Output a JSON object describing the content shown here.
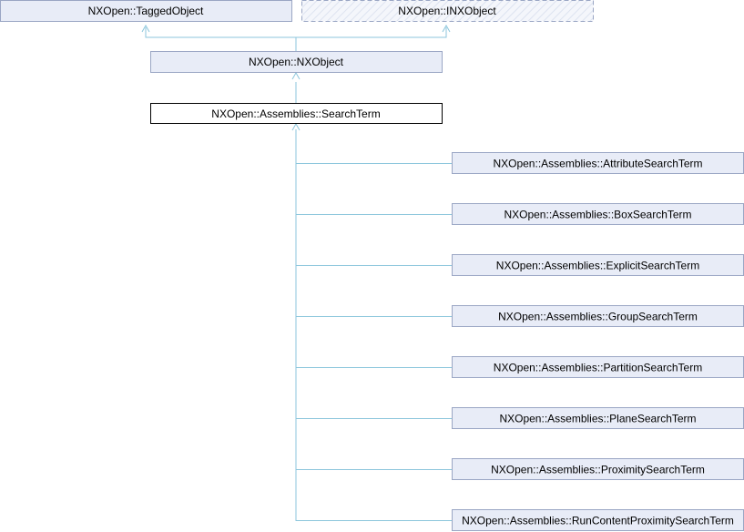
{
  "diagram": {
    "nodes": {
      "tagged_object": "NXOpen::TaggedObject",
      "inx_object": "NXOpen::INXObject",
      "nx_object": "NXOpen::NXObject",
      "search_term": "NXOpen::Assemblies::SearchTerm",
      "children": [
        "NXOpen::Assemblies::AttributeSearchTerm",
        "NXOpen::Assemblies::BoxSearchTerm",
        "NXOpen::Assemblies::ExplicitSearchTerm",
        "NXOpen::Assemblies::GroupSearchTerm",
        "NXOpen::Assemblies::PartitionSearchTerm",
        "NXOpen::Assemblies::PlaneSearchTerm",
        "NXOpen::Assemblies::ProximitySearchTerm",
        "NXOpen::Assemblies::RunContentProximitySearchTerm"
      ]
    },
    "colors": {
      "box_fill": "#e8ecf7",
      "box_stroke": "#9aa6c4",
      "edge": "#8cc6dc",
      "current_stroke": "#000000"
    }
  }
}
